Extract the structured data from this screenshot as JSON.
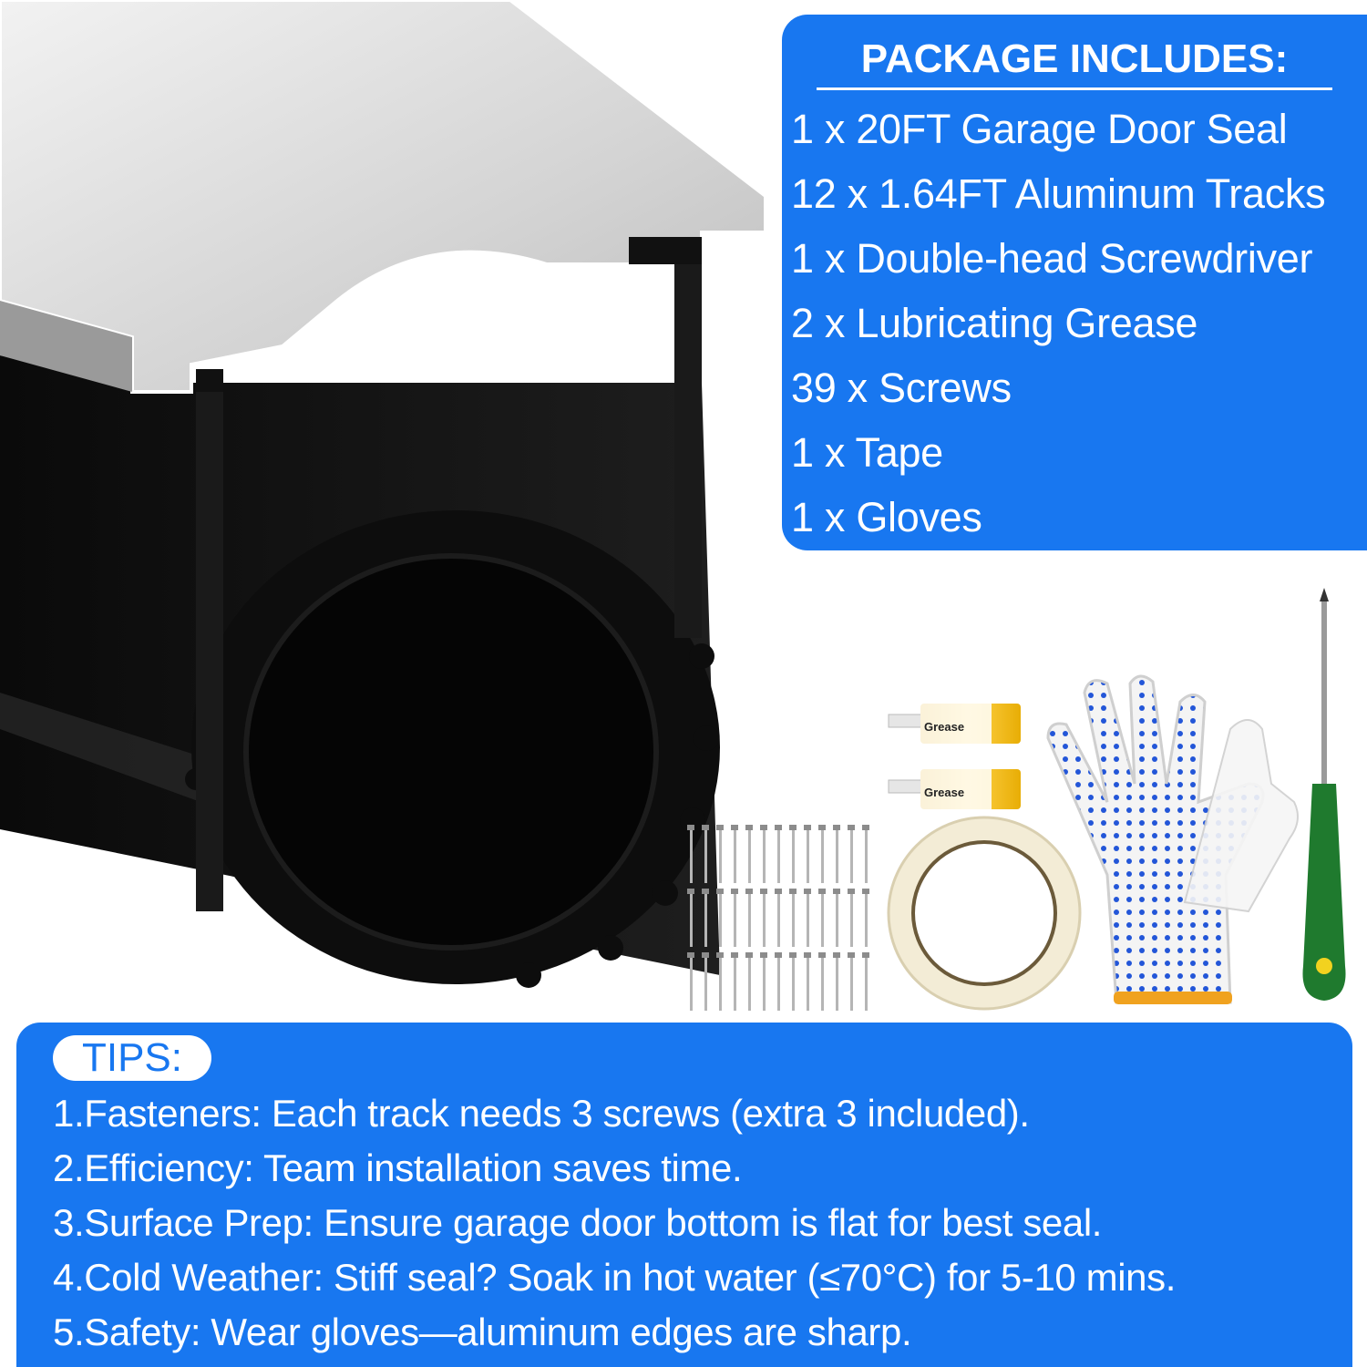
{
  "package": {
    "title": "PACKAGE INCLUDES:",
    "items": [
      "1 x 20FT Garage Door Seal",
      "12 x 1.64FT Aluminum Tracks",
      "1 x Double-head Screwdriver",
      "2 x Lubricating Grease",
      "39 x Screws",
      "1 x Tape",
      "1 x Gloves"
    ]
  },
  "grease_label": "Grease",
  "tips": {
    "label": "TIPS:",
    "items": [
      "1.Fasteners: Each track needs 3 screws (extra 3 included).",
      "2.Efficiency: Team installation saves time.",
      "3.Surface Prep: Ensure garage door bottom is flat for best seal.",
      "4.Cold Weather: Stiff seal? Soak in hot water (≤70°C) for 5-10 mins.",
      "5.Safety: Wear gloves—aluminum edges are sharp."
    ]
  },
  "colors": {
    "accent": "#1877f0",
    "rubber": "#111111",
    "aluminum": "#d9d9d9",
    "grease_tube": "#f2b90f",
    "screwdriver_handle": "#1f7a2e"
  }
}
